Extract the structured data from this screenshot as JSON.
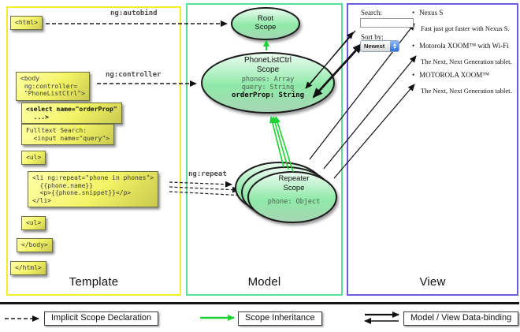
{
  "columns": {
    "template_title": "Template",
    "model_title": "Model",
    "view_title": "View"
  },
  "labels": {
    "autobind": "ng:autobind",
    "controller": "ng:controller",
    "repeat": "ng:repeat"
  },
  "template_boxes": {
    "html_open": "<html>",
    "body_open": "<body\n ng:controller=\n \"PhoneListCtrl\">",
    "select": "<select name=\"orderProp\"\n  ...>",
    "fulltext": "Fulltext Search:\n  <input name=\"query\">",
    "ul_open": "<ul>",
    "li_repeat": "<li ng:repeat=\"phone in phones\">\n  {{phone.name}}\n  <p>{{phone.snippet}}</p>\n</li>",
    "ul_close": "<ul>",
    "body_close": "</body>",
    "html_close": "</html>"
  },
  "scopes": {
    "root": {
      "title": "Root\nScope"
    },
    "phonelistctrl": {
      "title": "PhoneListCtrl\nScope",
      "props": "phones: Array\nquery: String",
      "bold_prop": "orderProp: String"
    },
    "repeater": {
      "title": "Repeater\nScope",
      "prop": "phone: Object"
    }
  },
  "view_panel": {
    "search_label": "Search:",
    "search_value": "",
    "sort_label": "Sort by:",
    "sort_value": "Newest",
    "bullet": "•",
    "items": [
      {
        "name": "Nexus S",
        "snippet": "Fast just got faster with Nexus S."
      },
      {
        "name": "Motorola XOOM™ with Wi-Fi",
        "snippet": "The Next, Next Generation tablet."
      },
      {
        "name": "MOTOROLA XOOM™",
        "snippet": "The Next, Next Generation tablet."
      }
    ]
  },
  "legend": {
    "implicit": "Implicit Scope Declaration",
    "inheritance": "Scope Inheritance",
    "binding": "Model / View Data-binding"
  },
  "colors": {
    "template_border": "#f2ee2c",
    "model_border": "#54e296",
    "view_border": "#6a5fd8",
    "scope_green": "#8fe9a8",
    "inheritance_green": "#1ed435",
    "arrow_black": "#111111",
    "codebox_yellow": "#f3f366"
  }
}
